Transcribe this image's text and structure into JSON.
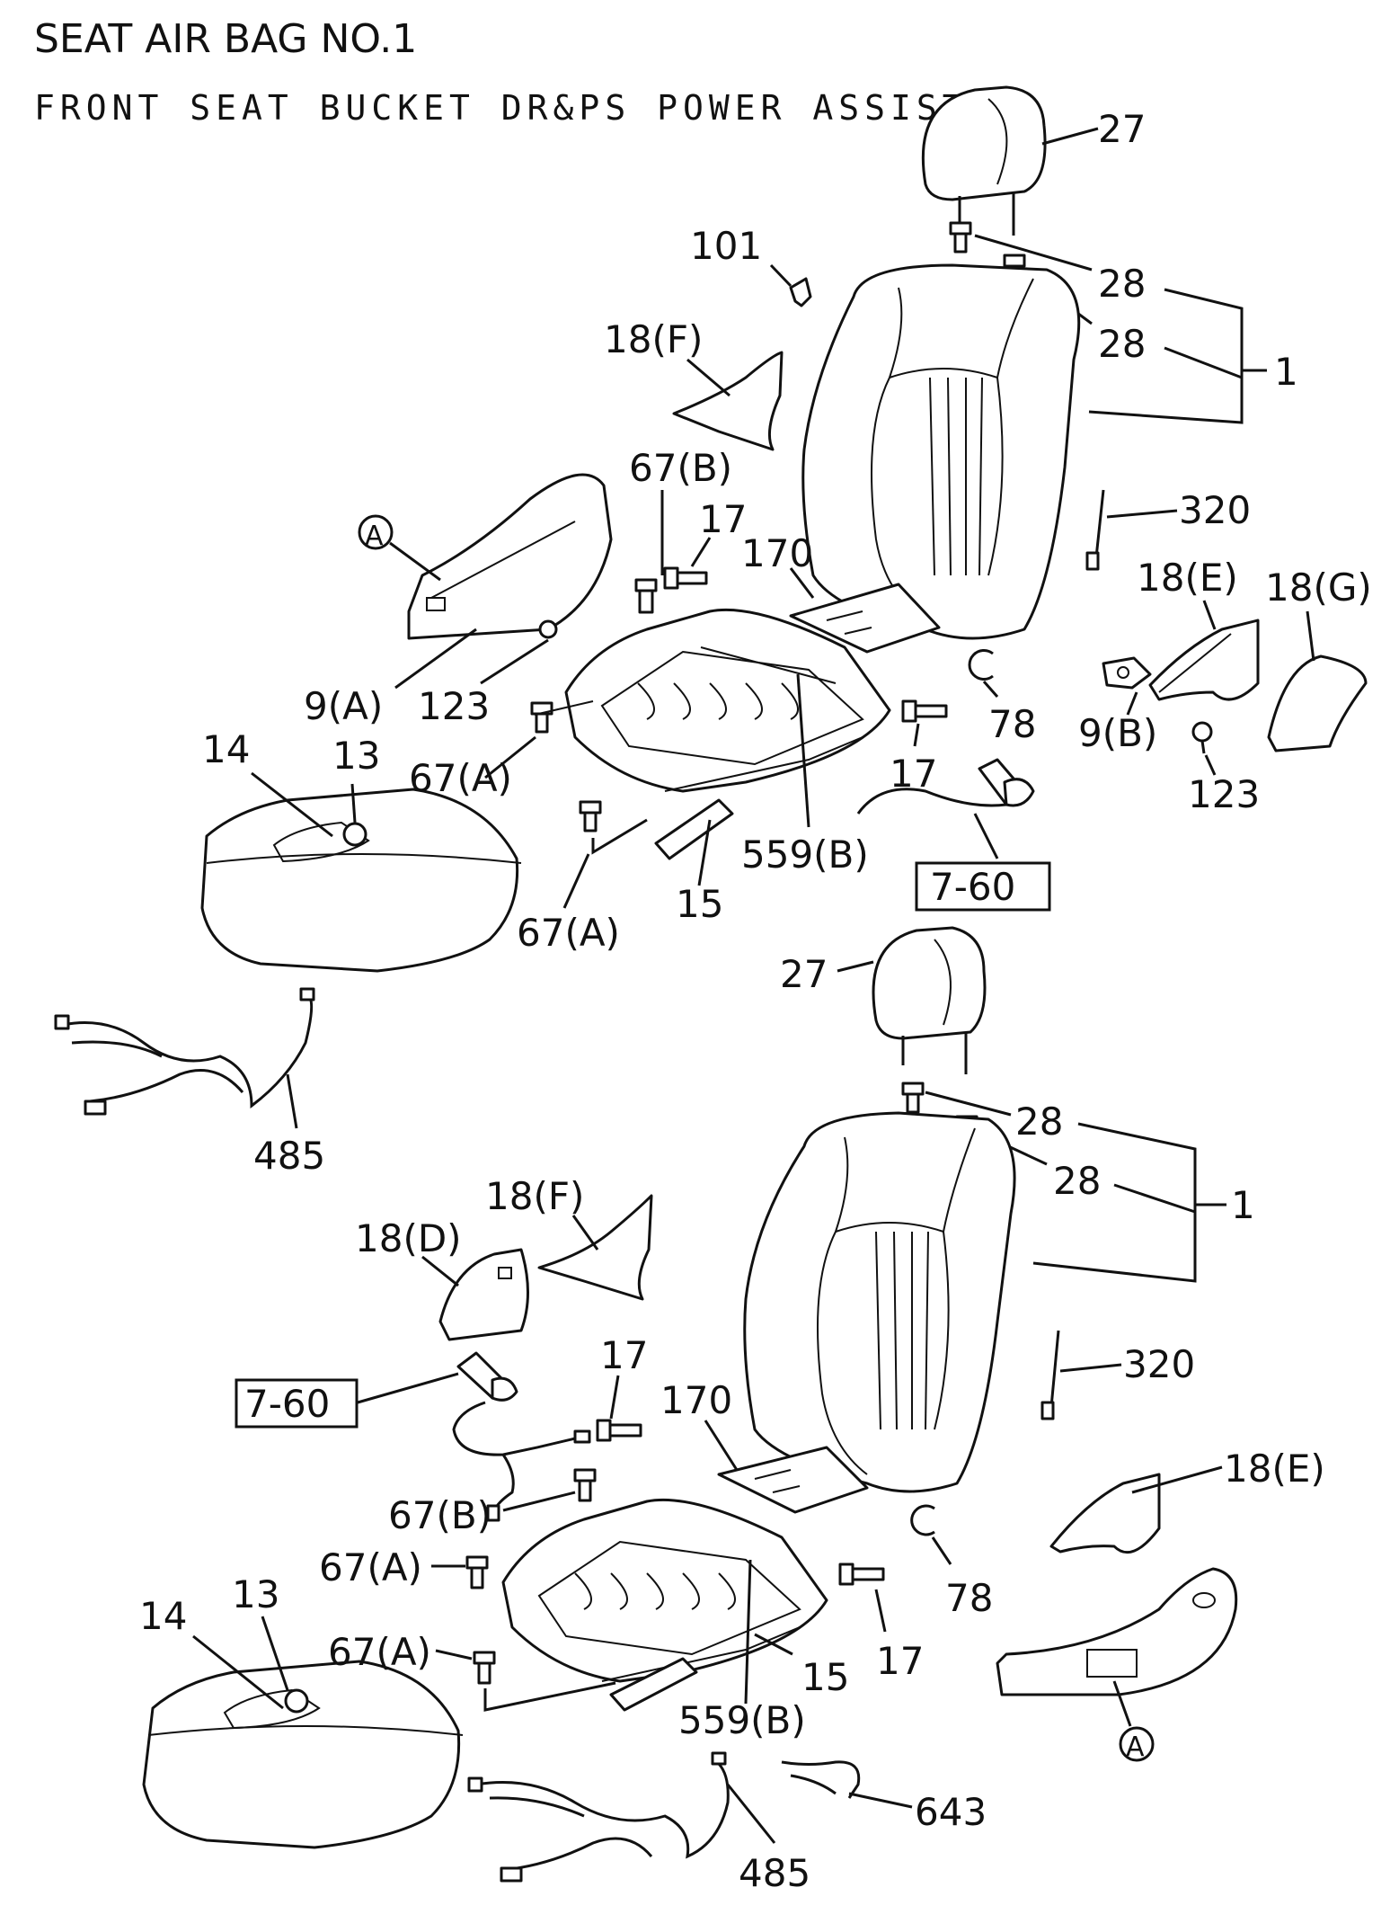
{
  "header": {
    "title": "SEAT AIR BAG NO.1",
    "subtitle": "FRONT SEAT BUCKET DR&PS POWER ASSIST"
  },
  "callouts": {
    "upper": {
      "c27": "27",
      "c28a": "28",
      "c28b": "28",
      "c1": "1",
      "c101": "101",
      "c18f": "18(F)",
      "c67b": "67(B)",
      "c17a": "17",
      "c170": "170",
      "c320": "320",
      "c18e": "18(E)",
      "c18g": "18(G)",
      "cA": "A",
      "c9a": "9(A)",
      "c123a": "123",
      "c78": "78",
      "c9b": "9(B)",
      "c123b": "123",
      "c14": "14",
      "c13": "13",
      "c67a1": "67(A)",
      "c17b": "17",
      "c559b": "559(B)",
      "c15": "15",
      "c67a2": "67(A)",
      "ref760": "7-60",
      "c485": "485"
    },
    "lower": {
      "c27": "27",
      "c28a": "28",
      "c28b": "28",
      "c1": "1",
      "c18f": "18(F)",
      "c18d": "18(D)",
      "ref760": "7-60",
      "c17a": "17",
      "c170": "170",
      "c320": "320",
      "c18e": "18(E)",
      "c67b": "67(B)",
      "c67a1": "67(A)",
      "c78": "78",
      "c14": "14",
      "c13": "13",
      "c67a2": "67(A)",
      "c15": "15",
      "c17b": "17",
      "c559b": "559(B)",
      "cA": "A",
      "c643": "643",
      "c485": "485"
    }
  }
}
